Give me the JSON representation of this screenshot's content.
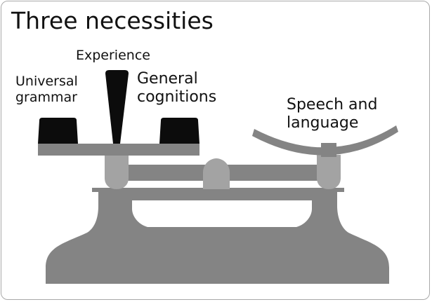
{
  "title": "Three necessities",
  "labels": {
    "experience": "Experience",
    "universal_grammar": [
      "Universal",
      "grammar"
    ],
    "general_cognitions": [
      "General",
      "cognitions"
    ],
    "speech_and_language": [
      "Speech and",
      "language"
    ]
  },
  "colors": {
    "scale_gray": "#848484",
    "pivot_gray": "#a3a3a3",
    "weight_black": "#0c0c0c",
    "border": "#a9a9a9"
  },
  "icons": [
    "balance-scale-icon",
    "weight-icon"
  ]
}
